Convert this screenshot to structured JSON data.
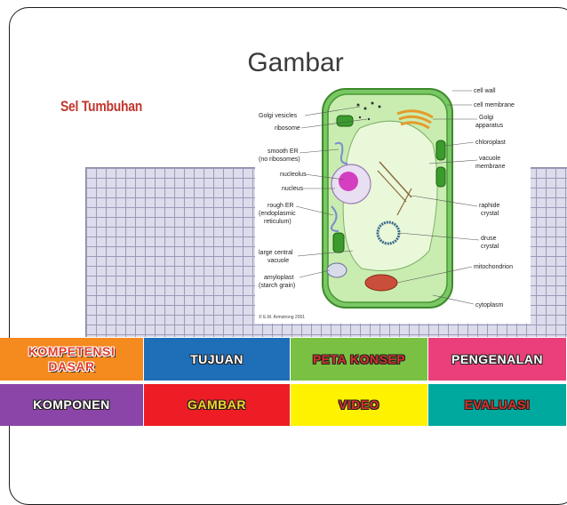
{
  "slide": {
    "title": "Gambar",
    "subtitle": "Sel Tumbuhan"
  },
  "diagram": {
    "labels_left": [
      "Golgi vesicles",
      "ribosome",
      "smooth ER",
      "(no ribosomes)",
      "nucleolus",
      "nucleus",
      "rough ER",
      "(endoplasmic",
      "reticulum)",
      "large central",
      "vacuole",
      "amyloplast",
      "(starch grain)"
    ],
    "labels_right": [
      "cell wall",
      "cell membrane",
      "Golgi",
      "apparatus",
      "chloroplast",
      "vacuole",
      "membrane",
      "raphide",
      "crystal",
      "druse",
      "crystal",
      "mitochondrion",
      "cytoplasm"
    ],
    "copyright": "© E.M. Armstrong 2001"
  },
  "nav": {
    "kompetensi_dasar": "KOMPETENSI DASAR",
    "tujuan": "TUJUAN",
    "peta_konsep": "PETA KONSEP",
    "pengenalan": "PENGENALAN",
    "komponen": "KOMPONEN",
    "gambar": "GAMBAR",
    "video": "VIDEO",
    "evaluasi": "EVALUASI"
  },
  "colors": {
    "kompetensi_dasar": "#f58a1f",
    "tujuan": "#1f6fb8",
    "peta_konsep": "#7ac143",
    "pengenalan": "#ea3f7a",
    "komponen": "#8b45a8",
    "gambar": "#ee1c24",
    "video": "#fff200",
    "evaluasi": "#00a99d"
  }
}
